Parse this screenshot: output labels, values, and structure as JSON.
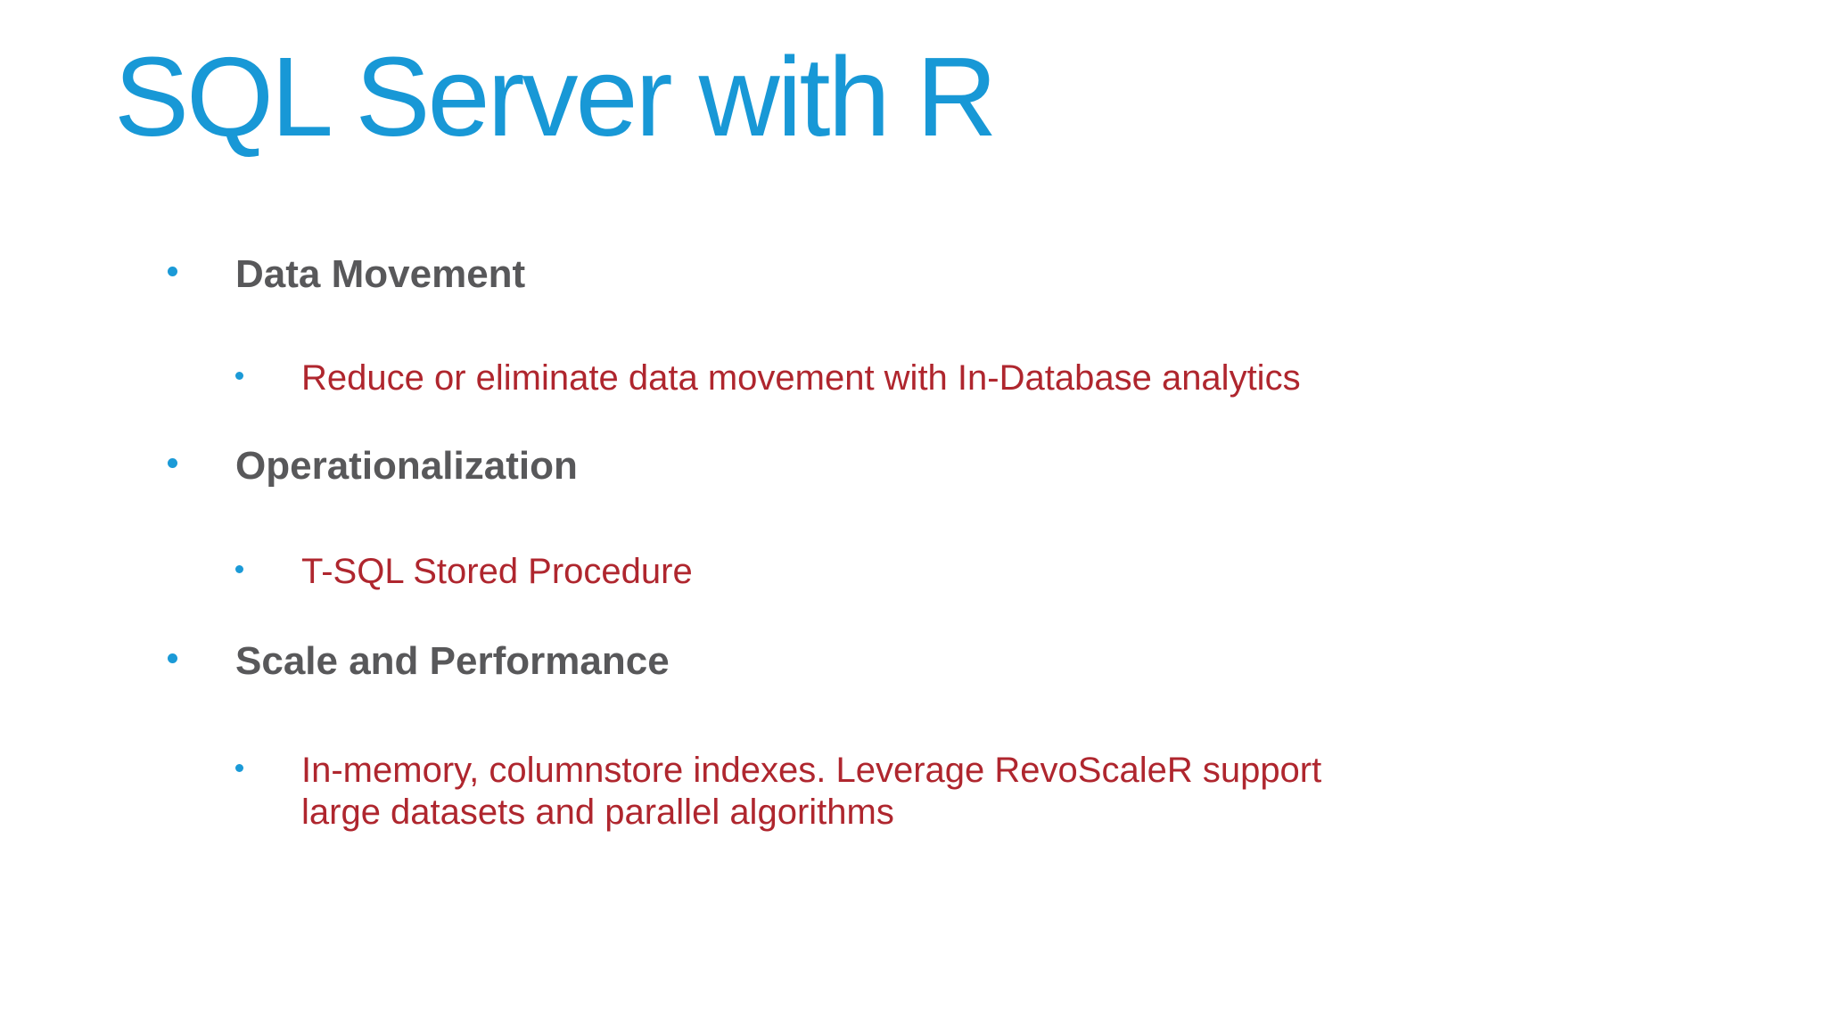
{
  "slide": {
    "title": "SQL Server with R",
    "colors": {
      "title_blue": "#1898D6",
      "bullet_dot_blue": "#1B9AD7",
      "heading_gray": "#58585A",
      "sub_bullet_red": "#AF262E",
      "background": "#FFFFFF"
    },
    "bullets": [
      {
        "level": 1,
        "text": "Data Movement"
      },
      {
        "level": 2,
        "text": "Reduce or eliminate data movement with In-Database analytics"
      },
      {
        "level": 1,
        "text": "Operationalization"
      },
      {
        "level": 2,
        "text": "T-SQL Stored Procedure"
      },
      {
        "level": 1,
        "text": "Scale and Performance"
      },
      {
        "level": 2,
        "lines": [
          "In-memory, columnstore indexes. Leverage RevoScaleR support",
          "large datasets and parallel algorithms"
        ]
      }
    ]
  }
}
